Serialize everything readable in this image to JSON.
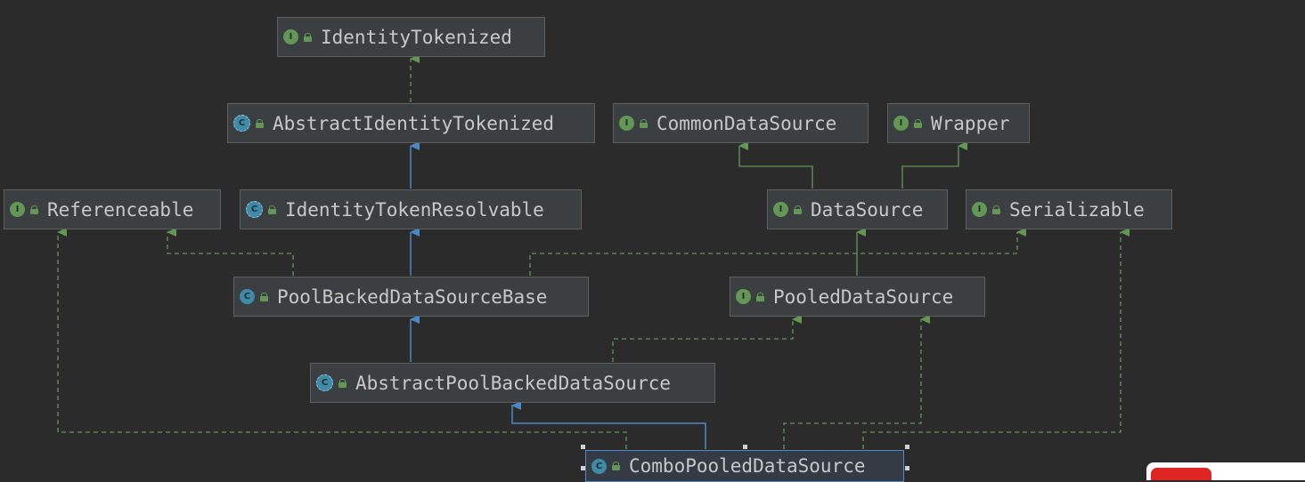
{
  "colors": {
    "background": "#2b2b2b",
    "node_fill": "#3c3f41",
    "node_border": "#5e6060",
    "node_text": "#c8c8c8",
    "extends_edge": "#4a88c7",
    "implements_edge": "#629755",
    "interface_icon": "#629755",
    "class_icon": "#3d8ba8"
  },
  "nodes": {
    "identity_tokenized": {
      "label": "IdentityTokenized",
      "icon": "interface-icon"
    },
    "abstract_identity_tokenized": {
      "label": "AbstractIdentityTokenized",
      "icon": "abstract-class-icon"
    },
    "common_data_source": {
      "label": "CommonDataSource",
      "icon": "interface-icon"
    },
    "wrapper": {
      "label": "Wrapper",
      "icon": "interface-icon"
    },
    "referenceable": {
      "label": "Referenceable",
      "icon": "interface-icon"
    },
    "identity_token_resolvable": {
      "label": "IdentityTokenResolvable",
      "icon": "abstract-class-icon"
    },
    "data_source": {
      "label": "DataSource",
      "icon": "interface-icon"
    },
    "serializable": {
      "label": "Serializable",
      "icon": "interface-icon"
    },
    "pool_backed_data_source_base": {
      "label": "PoolBackedDataSourceBase",
      "icon": "class-icon"
    },
    "pooled_data_source": {
      "label": "PooledDataSource",
      "icon": "interface-icon"
    },
    "abstract_pool_backed_data_source": {
      "label": "AbstractPoolBackedDataSource",
      "icon": "abstract-class-icon"
    },
    "combo_pooled_data_source": {
      "label": "ComboPooledDataSource",
      "icon": "class-icon"
    }
  },
  "edges": [
    {
      "from": "AbstractIdentityTokenized",
      "to": "IdentityTokenized",
      "kind": "implements"
    },
    {
      "from": "IdentityTokenResolvable",
      "to": "AbstractIdentityTokenized",
      "kind": "extends"
    },
    {
      "from": "DataSource",
      "to": "CommonDataSource",
      "kind": "extends-interface"
    },
    {
      "from": "DataSource",
      "to": "Wrapper",
      "kind": "extends-interface"
    },
    {
      "from": "PoolBackedDataSourceBase",
      "to": "IdentityTokenResolvable",
      "kind": "extends"
    },
    {
      "from": "PoolBackedDataSourceBase",
      "to": "Referenceable",
      "kind": "implements"
    },
    {
      "from": "PoolBackedDataSourceBase",
      "to": "Serializable",
      "kind": "implements"
    },
    {
      "from": "PooledDataSource",
      "to": "DataSource",
      "kind": "extends-interface"
    },
    {
      "from": "AbstractPoolBackedDataSource",
      "to": "PoolBackedDataSourceBase",
      "kind": "extends"
    },
    {
      "from": "AbstractPoolBackedDataSource",
      "to": "PooledDataSource",
      "kind": "implements"
    },
    {
      "from": "ComboPooledDataSource",
      "to": "AbstractPoolBackedDataSource",
      "kind": "extends"
    },
    {
      "from": "ComboPooledDataSource",
      "to": "Referenceable",
      "kind": "implements"
    },
    {
      "from": "ComboPooledDataSource",
      "to": "PooledDataSource",
      "kind": "implements"
    },
    {
      "from": "ComboPooledDataSource",
      "to": "Serializable",
      "kind": "implements"
    }
  ]
}
